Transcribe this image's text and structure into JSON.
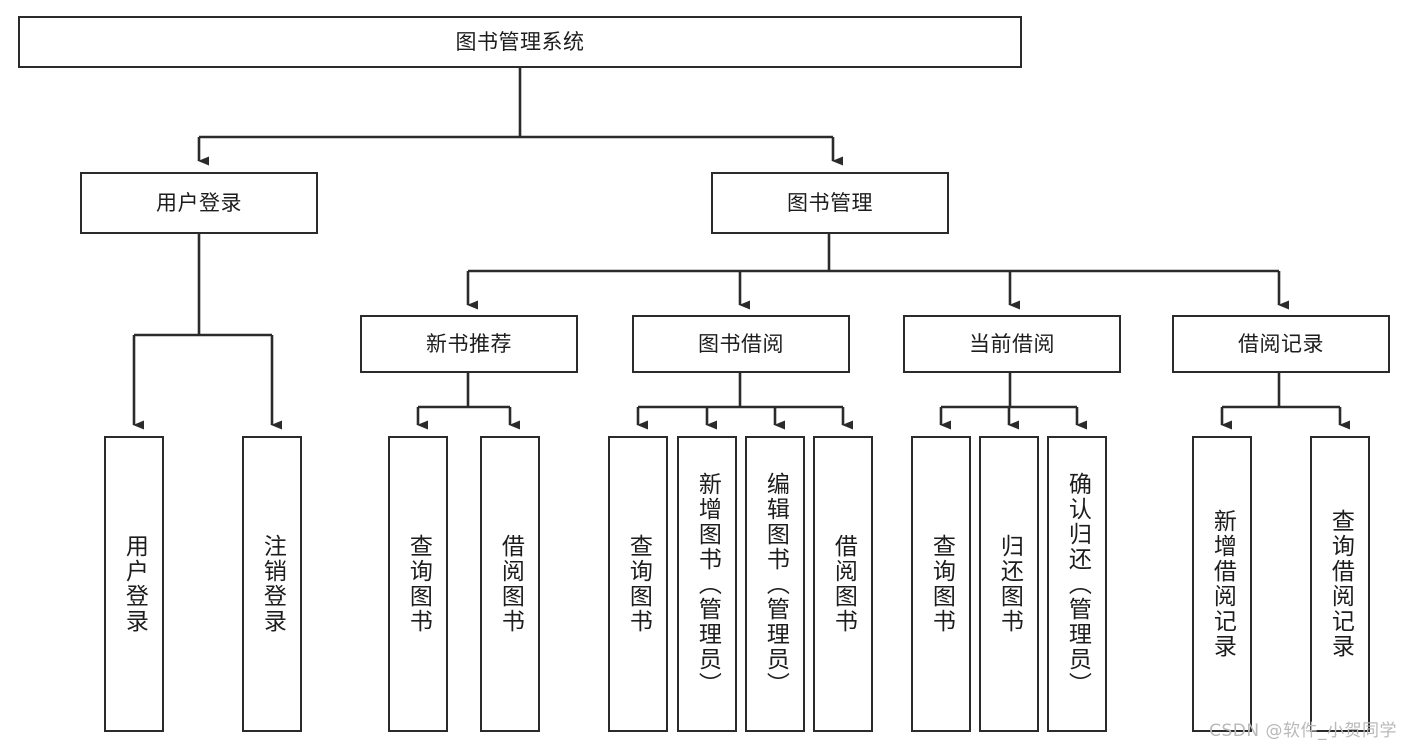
{
  "diagram": {
    "type": "tree",
    "title": "图书管理系统",
    "orientation": "top-down",
    "root": {
      "id": "root",
      "label": "图书管理系统"
    },
    "level1": [
      {
        "id": "user-login",
        "label": "用户登录"
      },
      {
        "id": "book-manage",
        "label": "图书管理"
      }
    ],
    "level2": [
      {
        "id": "new-book-rec",
        "label": "新书推荐",
        "parent": "book-manage"
      },
      {
        "id": "book-borrow",
        "label": "图书借阅",
        "parent": "book-manage"
      },
      {
        "id": "current-borrow",
        "label": "当前借阅",
        "parent": "book-manage"
      },
      {
        "id": "borrow-record",
        "label": "借阅记录",
        "parent": "book-manage"
      }
    ],
    "leaves": [
      {
        "id": "leaf-user-login",
        "label": "用户登录",
        "parent": "user-login"
      },
      {
        "id": "leaf-user-logout",
        "label": "注销登录",
        "parent": "user-login"
      },
      {
        "id": "leaf-rec-query-book",
        "label": "查询图书",
        "parent": "new-book-rec"
      },
      {
        "id": "leaf-rec-borrow-book",
        "label": "借阅图书",
        "parent": "new-book-rec"
      },
      {
        "id": "leaf-borrow-query-book",
        "label": "查询图书",
        "parent": "book-borrow"
      },
      {
        "id": "leaf-borrow-add-book",
        "label": "新增图书（管理员）",
        "parent": "book-borrow"
      },
      {
        "id": "leaf-borrow-edit-book",
        "label": "编辑图书（管理员）",
        "parent": "book-borrow"
      },
      {
        "id": "leaf-borrow-borrow-book",
        "label": "借阅图书",
        "parent": "book-borrow"
      },
      {
        "id": "leaf-cur-query-book",
        "label": "查询图书",
        "parent": "current-borrow"
      },
      {
        "id": "leaf-cur-return-book",
        "label": "归还图书",
        "parent": "current-borrow"
      },
      {
        "id": "leaf-cur-confirm-return",
        "label": "确认归还（管理员）",
        "parent": "current-borrow"
      },
      {
        "id": "leaf-rec-add-record",
        "label": "新增借阅记录",
        "parent": "borrow-record"
      },
      {
        "id": "leaf-rec-query-record",
        "label": "查询借阅记录",
        "parent": "borrow-record"
      }
    ]
  },
  "watermark": {
    "text": "CSDN @软件_小贺同学"
  },
  "colors": {
    "stroke": "#2b2b2b",
    "fill": "#ffffff",
    "text": "#1d1d1d",
    "watermark": "#b9b9b9"
  }
}
